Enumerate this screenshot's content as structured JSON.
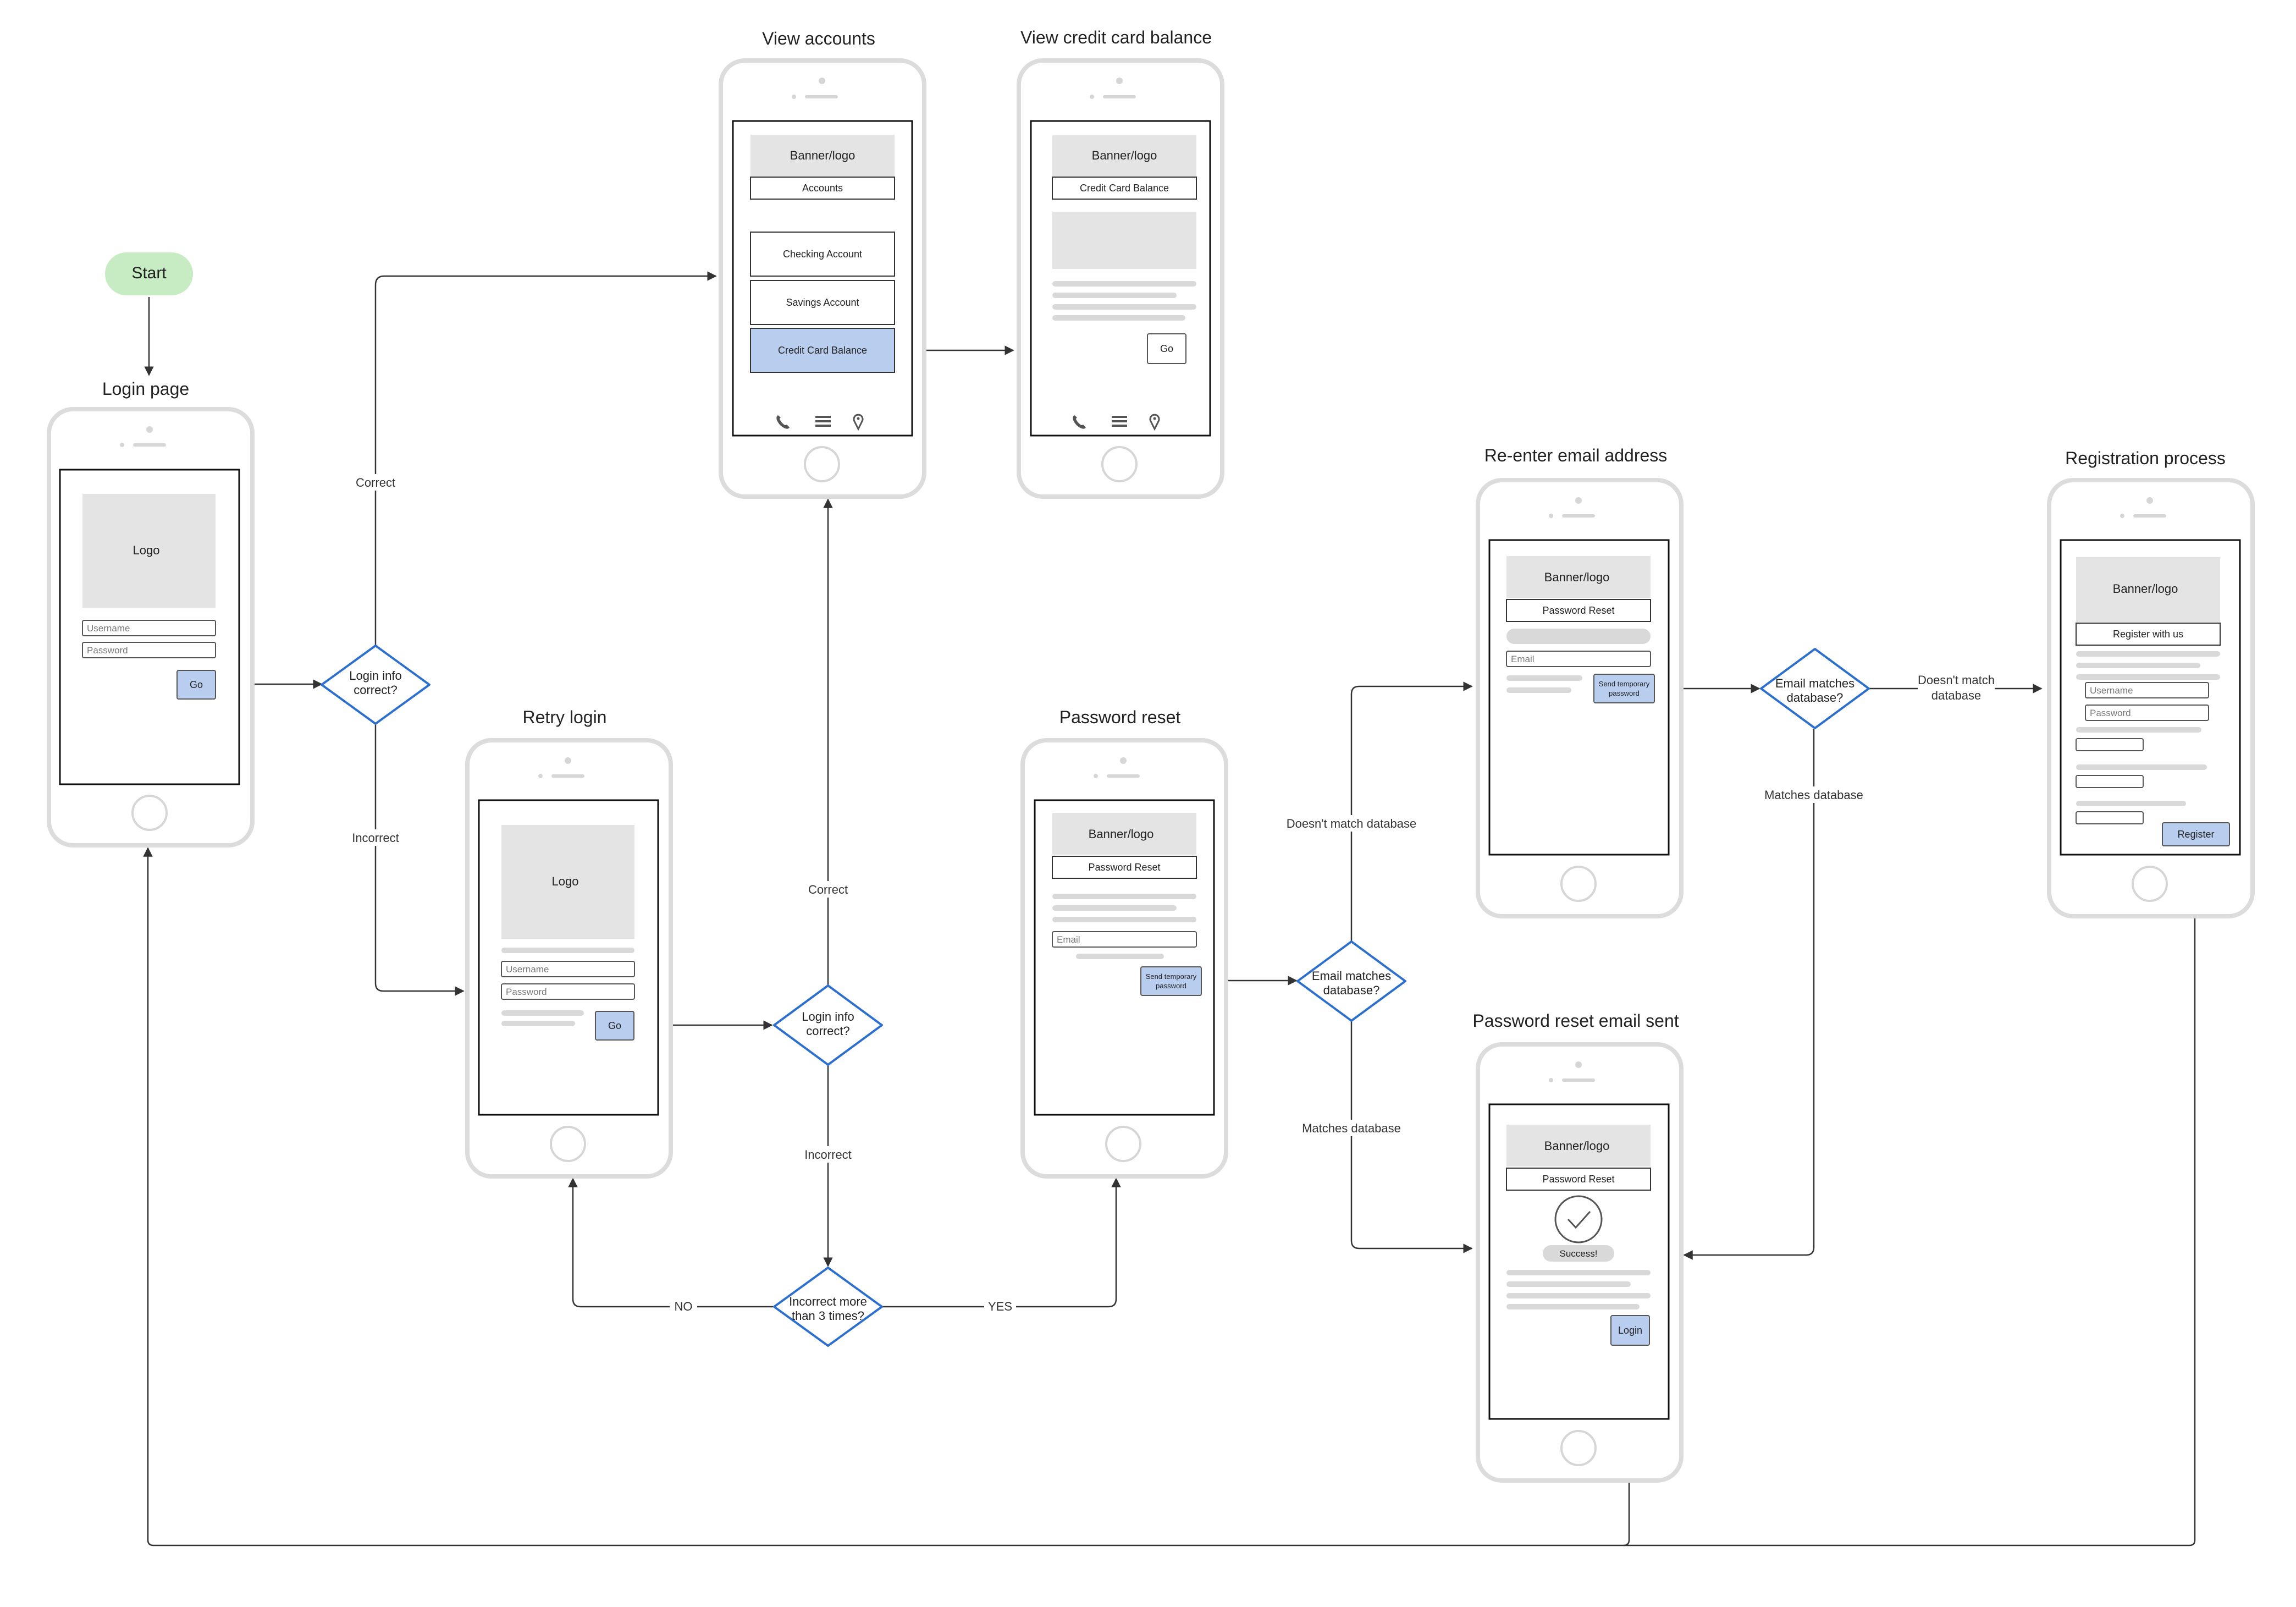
{
  "start": {
    "label": "Start"
  },
  "screens": {
    "login": {
      "title": "Login page",
      "logo": "Logo",
      "username_placeholder": "Username",
      "password_placeholder": "Password",
      "go": "Go"
    },
    "retry": {
      "title": "Retry login",
      "logo": "Logo",
      "username_placeholder": "Username",
      "password_placeholder": "Password",
      "go": "Go"
    },
    "accounts": {
      "title": "View accounts",
      "banner": "Banner/logo",
      "header": "Accounts",
      "items": [
        "Checking Account",
        "Savings Account",
        "Credit Card Balance"
      ]
    },
    "credit": {
      "title": "View credit card balance",
      "banner": "Banner/logo",
      "header": "Credit Card Balance",
      "go": "Go"
    },
    "reset": {
      "title": "Password reset",
      "banner": "Banner/logo",
      "header": "Password Reset",
      "email_placeholder": "Email",
      "send_line1": "Send temporary",
      "send_line2": "password"
    },
    "reenter": {
      "title": "Re-enter email address",
      "banner": "Banner/logo",
      "header": "Password Reset",
      "email_placeholder": "Email",
      "send_line1": "Send temporary",
      "send_line2": "password"
    },
    "sent": {
      "title": "Password reset email sent",
      "banner": "Banner/logo",
      "header": "Password Reset",
      "success": "Success!",
      "login": "Login"
    },
    "register": {
      "title": "Registration process",
      "banner": "Banner/logo",
      "header": "Register with us",
      "username_placeholder": "Username",
      "password_placeholder": "Password",
      "register": "Register"
    }
  },
  "decisions": {
    "login_check_1": {
      "line1": "Login info",
      "line2": "correct?"
    },
    "login_check_2": {
      "line1": "Login info",
      "line2": "correct?"
    },
    "attempts": {
      "line1": "Incorrect more",
      "line2": "than 3 times?"
    },
    "email_check_1": {
      "line1": "Email matches",
      "line2": "database?"
    },
    "email_check_2": {
      "line1": "Email matches",
      "line2": "database?"
    }
  },
  "edge_labels": {
    "correct_1": "Correct",
    "incorrect_1": "Incorrect",
    "correct_2": "Correct",
    "incorrect_2": "Incorrect",
    "no": "NO",
    "yes": "YES",
    "no_match_1": "Doesn't match database",
    "match_1": "Matches database",
    "no_match_2_line1": "Doesn't match",
    "no_match_2_line2": "database",
    "match_2": "Matches database"
  },
  "colors": {
    "accent_fill": "#b9cdee",
    "decision_stroke": "#2c6fce",
    "start_fill": "#c7ebc3",
    "placeholder_gray": "#e4e4e4",
    "phone_outline": "#dcdcdc",
    "connector": "#333333"
  }
}
